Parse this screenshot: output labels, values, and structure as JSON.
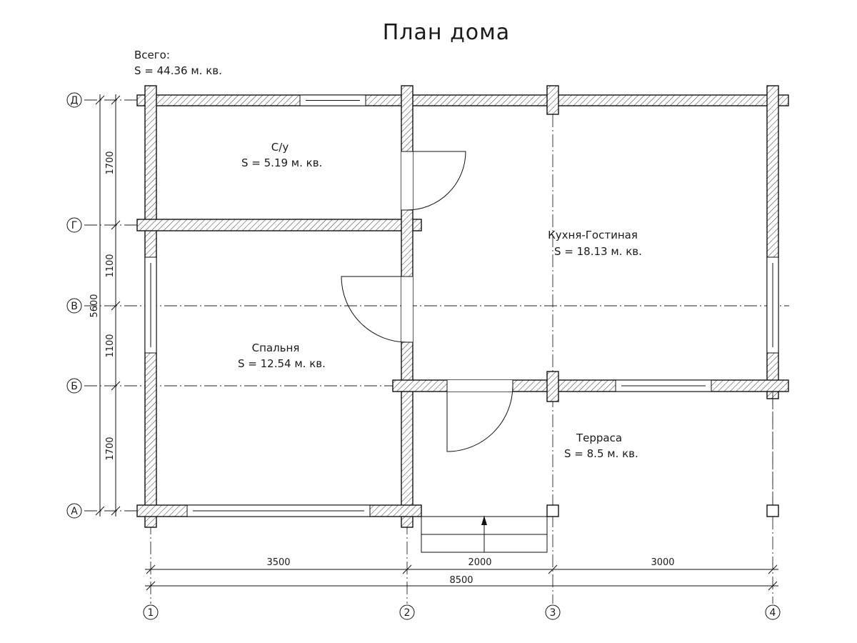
{
  "title": "План дома",
  "total": {
    "label": "Всего:",
    "area": "S    =  44.36 м. кв."
  },
  "rooms": {
    "bathroom": {
      "name": "С/у",
      "area": "S    = 5.19 м. кв."
    },
    "kitchen": {
      "name": "Кухня-Гостиная",
      "area": "S    = 18.13 м. кв."
    },
    "bedroom": {
      "name": "Спальня",
      "area": "S    = 12.54 м. кв."
    },
    "terrace": {
      "name": "Терраса",
      "area": "S    = 8.5 м. кв."
    }
  },
  "axes": {
    "rows": [
      "Д",
      "Г",
      "В",
      "Б",
      "А"
    ],
    "columns": [
      "1",
      "2",
      "3",
      "4"
    ]
  },
  "dimensions": {
    "vertical": [
      "1700",
      "1100",
      "1100",
      "1700"
    ],
    "vertical_total": "5600",
    "horizontal": [
      "3500",
      "2000",
      "3000"
    ],
    "horizontal_total": "8500"
  }
}
